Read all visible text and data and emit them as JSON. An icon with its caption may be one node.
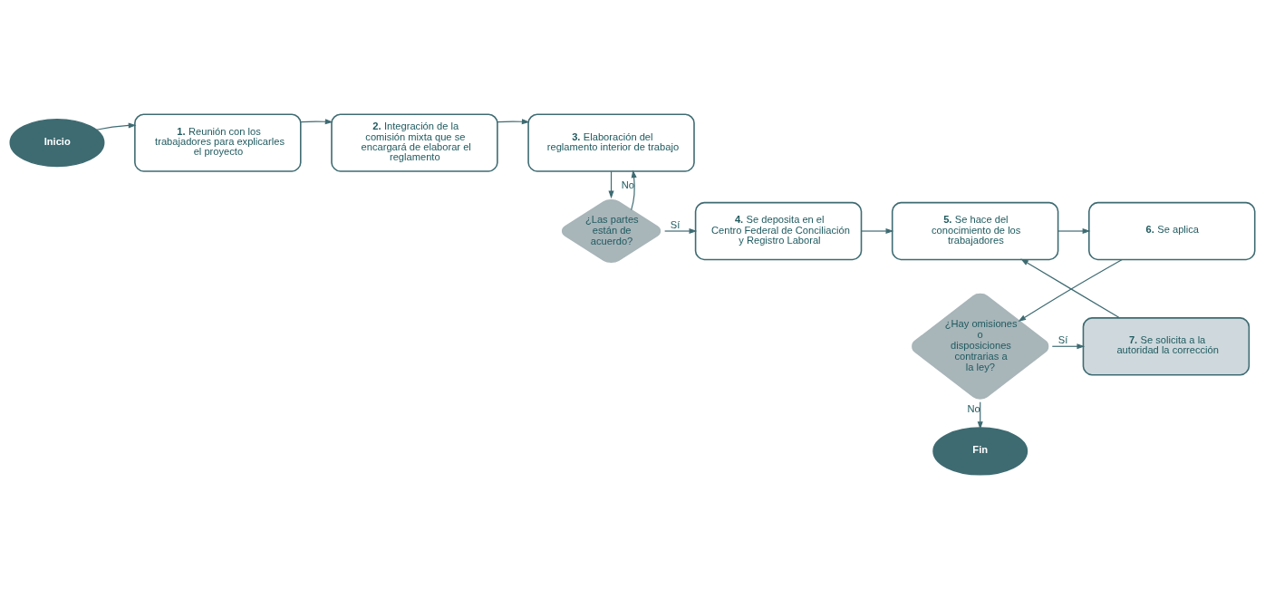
{
  "diagram": {
    "nodes": [
      {
        "text": [
          "Inicio"
        ]
      },
      {
        "text": [
          "**1.** Reunión con los trabajadores para explicarles el proyecto"
        ]
      },
      {
        "text": [
          "**2.** Integración de la comisión mixta que se encargará de elaborar el reglamento"
        ]
      },
      {
        "text": [
          "**3.** Elaboración del reglamento interior de trabajo"
        ]
      },
      {
        "text": [
          "¿Las partes están de acuerdo?"
        ]
      },
      {
        "text": [
          "**4.** Se deposita en el Centro Federal de Conciliación y Registro Laboral"
        ]
      },
      {
        "text": [
          "**5.** Se hace del conocimiento de los trabajadores"
        ]
      },
      {
        "text": [
          "**6.** Se aplica"
        ]
      },
      {
        "text": [
          "¿Hay omisiones o disposiciones contrarias a la ley?"
        ]
      },
      {
        "text": [
          "**7.** Se solicita a la autoridad la corrección"
        ]
      },
      {
        "text": [
          "Fin"
        ]
      }
    ],
    "edges": [
      {
        "from": 0,
        "to": 1,
        "arrow": "to"
      },
      {
        "from": 1,
        "to": 2,
        "arrow": "to"
      },
      {
        "from": 2,
        "to": 3,
        "arrow": "to"
      },
      {
        "from": 3,
        "to": 4,
        "arrow": "to"
      },
      {
        "from": 4,
        "to": 3,
        "arrow": "to",
        "label": "No"
      },
      {
        "from": 4,
        "to": 5,
        "arrow": "to",
        "label": "Sí"
      },
      {
        "from": 5,
        "to": 6,
        "arrow": "to"
      },
      {
        "from": 6,
        "to": 7,
        "arrow": "to"
      },
      {
        "from": 7,
        "to": 8,
        "arrow": "to"
      },
      {
        "from": 8,
        "to": 9,
        "arrow": "to",
        "label": "Sí"
      },
      {
        "from": 9,
        "to": 6,
        "arrow": "to"
      },
      {
        "from": 8,
        "to": 10,
        "arrow": "to",
        "label": "No"
      }
    ]
  }
}
